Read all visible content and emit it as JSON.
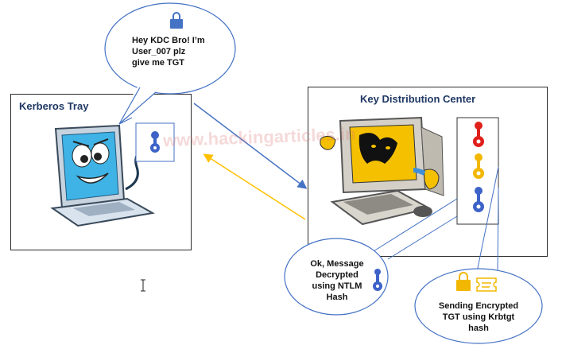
{
  "left_box": {
    "title": "Kerberos Tray"
  },
  "right_box": {
    "title": "Key Distribution Center"
  },
  "bubble_user": {
    "lines": [
      "Hey KDC Bro! I’m",
      "User_007 plz",
      "give me TGT"
    ]
  },
  "bubble_kdc_decrypt": {
    "lines": [
      "Ok, Message",
      "Decrypted",
      "using NTLM",
      "Hash"
    ]
  },
  "bubble_tgt": {
    "lines": [
      "Sending Encrypted",
      "TGT using Krbtgt",
      "hash"
    ]
  },
  "watermark": "www.hackingarticles.in",
  "colors": {
    "blue": "#4472c4",
    "orange": "#ffc000",
    "red": "#e0201b",
    "key_blue": "#3d63c8"
  }
}
